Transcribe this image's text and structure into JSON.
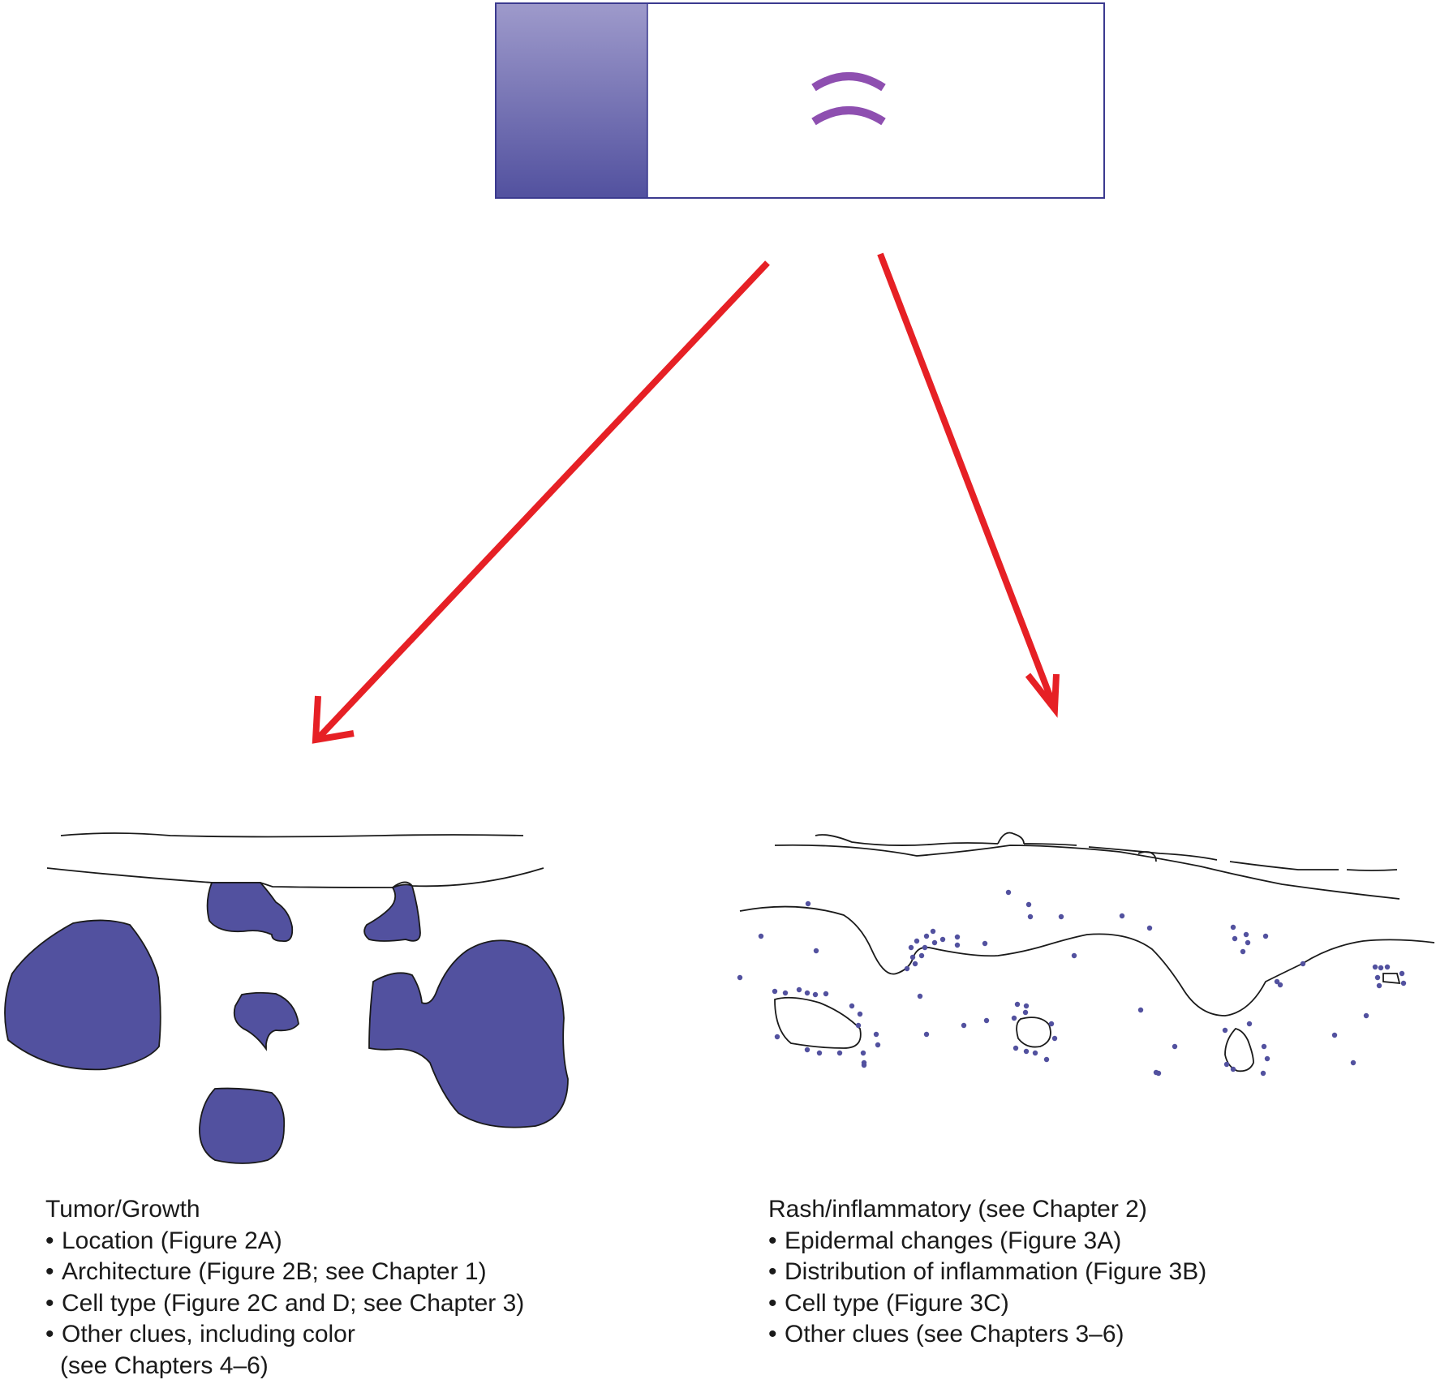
{
  "colors": {
    "stain": "#52519f",
    "stain_light": "#9e9acb",
    "arrow": "#e62025",
    "specimen": "#8e4fb0",
    "outline": "#1a1a1a",
    "slide_border": "#3b3a8f"
  },
  "left_panel": {
    "heading": "Tumor/Growth",
    "items": [
      "Location (Figure 2A)",
      "Architecture (Figure 2B; see Chapter 1)",
      "Cell type (Figure 2C and D; see Chapter 3)",
      "Other clues, including color"
    ],
    "item_continuation": "(see Chapters 4–6)"
  },
  "right_panel": {
    "heading": "Rash/inflammatory (see Chapter 2)",
    "items": [
      "Epidermal changes (Figure 3A)",
      "Distribution of inflammation (Figure 3B)",
      "Cell type (Figure 3C)",
      "Other clues (see Chapters 3–6)"
    ]
  }
}
